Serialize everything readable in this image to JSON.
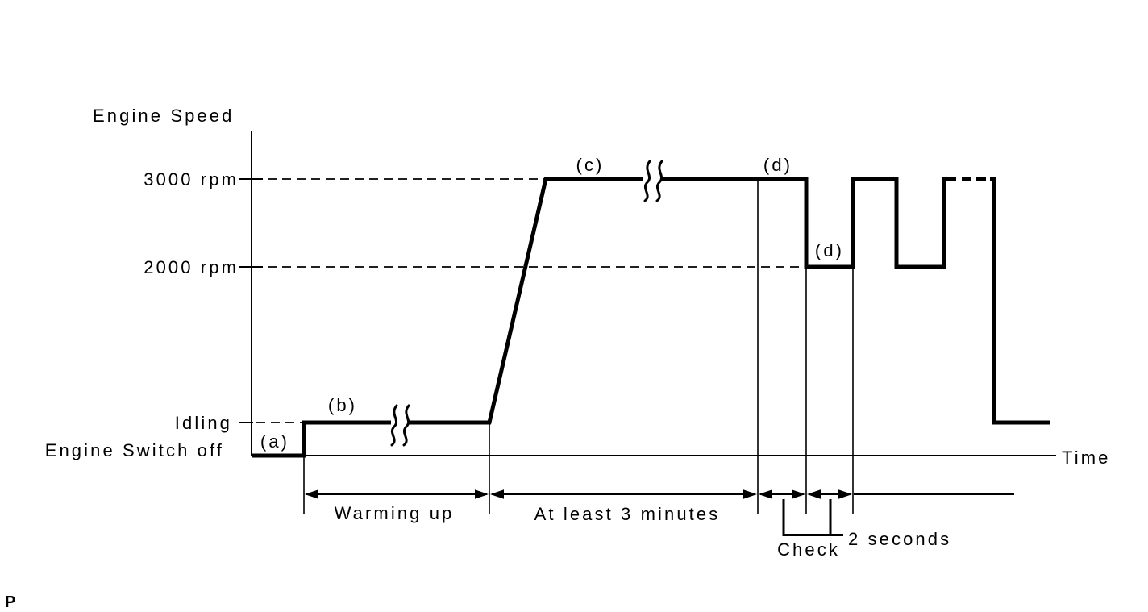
{
  "page": {
    "background": "#ffffff",
    "ink": "#000000",
    "marker": "P"
  },
  "diagram": {
    "type": "timing-diagram",
    "title": "Engine Speed",
    "x_axis": {
      "label": "Time"
    },
    "y_axis": {
      "levels": [
        {
          "label": "3000 rpm",
          "value_rpm": 3000
        },
        {
          "label": "2000 rpm",
          "value_rpm": 2000
        },
        {
          "label": "Idling"
        },
        {
          "label": "Engine Switch off"
        }
      ]
    },
    "point_labels": {
      "a": "(a)",
      "b": "(b)",
      "c": "(c)",
      "d_high": "(d)",
      "d_low": "(d)"
    },
    "intervals": {
      "warming_up": "Warming up",
      "hold_3000": "At least 3 minutes",
      "toggle_period": "2 seconds",
      "check": "Check"
    },
    "waveform_sequence": [
      "Engine switch off (a)",
      "Idling (b) while warming up",
      "Ramp up and hold 3000 rpm (c) for at least 3 minutes",
      "Alternate 3000 rpm / 2000 rpm (d) every 2 seconds during check",
      "Repeat (shown dashed), then return to idling"
    ]
  }
}
